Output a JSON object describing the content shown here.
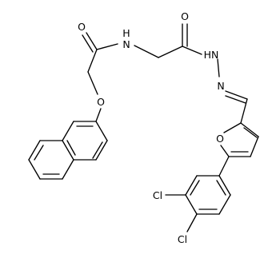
{
  "molecule": {
    "atoms": {
      "o_amide1": "O",
      "nh_amide": "N",
      "h_amide": "H",
      "o_amide2": "O",
      "hydrazide_nh": "HN",
      "hydrazone_n": "N",
      "o_ether": "O",
      "o_furan": "O",
      "cl_top": "Cl",
      "cl_bottom": "Cl"
    }
  }
}
